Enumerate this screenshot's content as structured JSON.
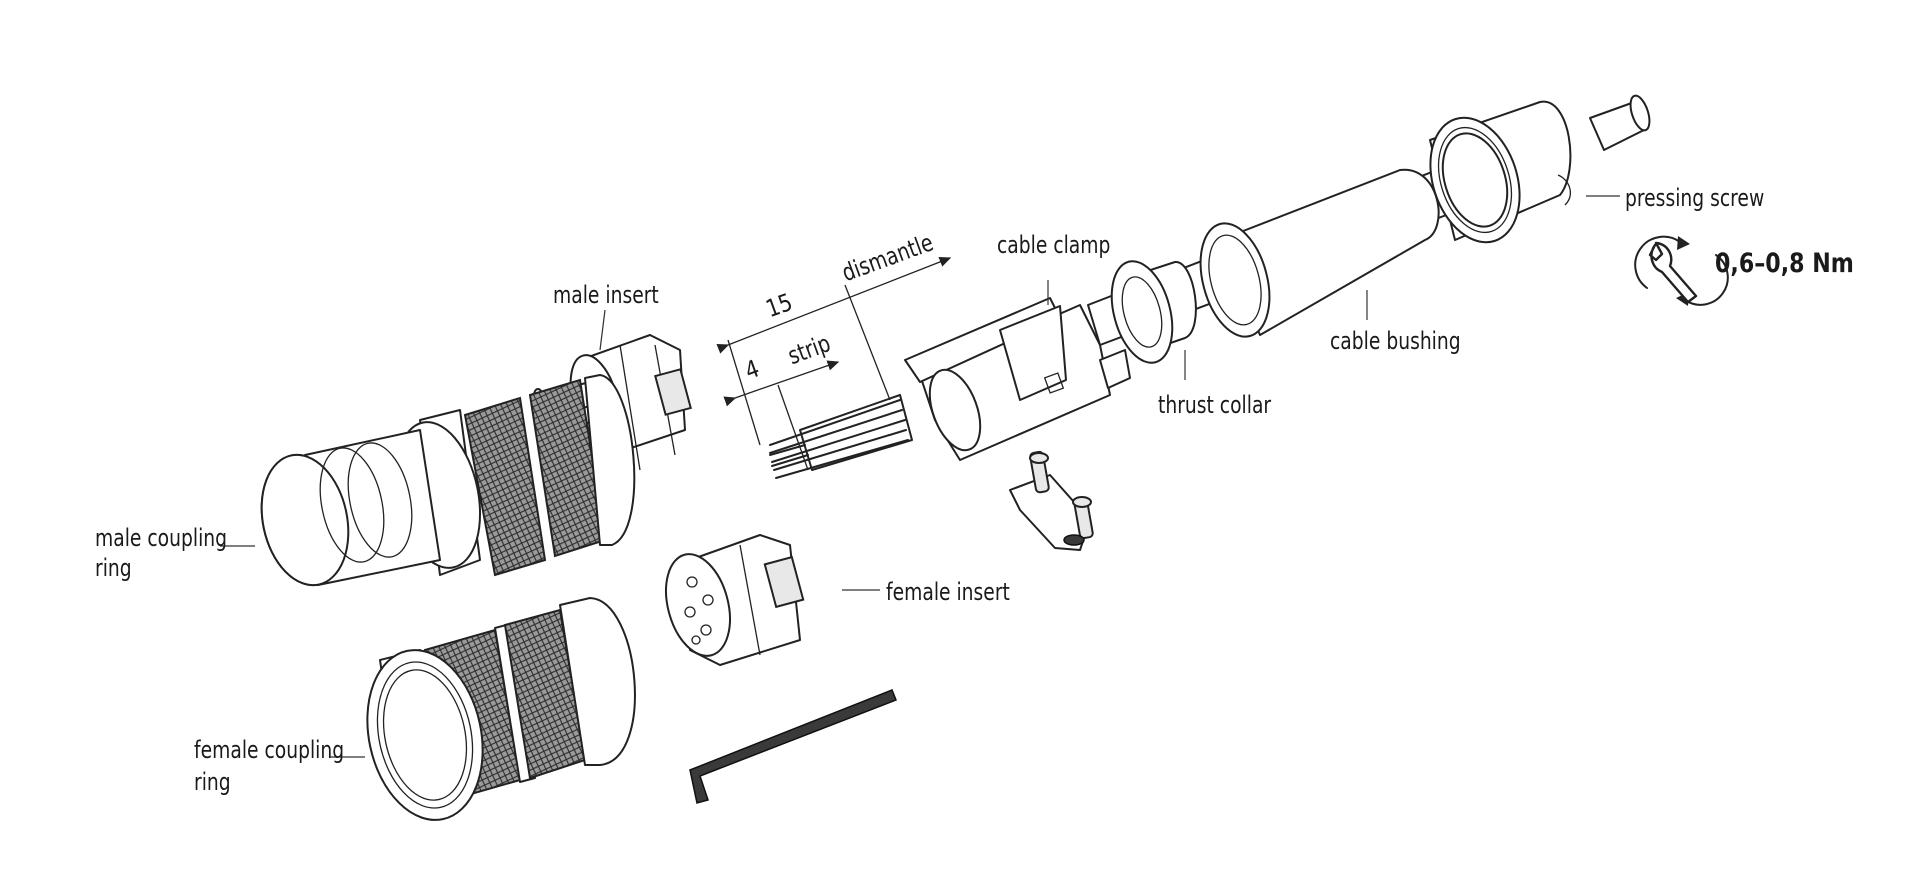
{
  "labels": {
    "male_insert": "male insert",
    "female_insert": "female insert",
    "male_coupling_ring_line1": "male coupling",
    "male_coupling_ring_line2": "ring",
    "female_coupling_ring_line1": "female coupling",
    "female_coupling_ring_line2": "ring",
    "cable_clamp": "cable clamp",
    "thrust_collar": "thrust collar",
    "cable_bushing": "cable bushing",
    "pressing_screw": "pressing screw",
    "dismantle": "dismantle",
    "strip": "strip"
  },
  "dimensions": {
    "dismantle_length": "15",
    "strip_length": "4"
  },
  "torque": {
    "value": "0,6–0,8 Nm",
    "icon": "wrench-torque-icon"
  }
}
